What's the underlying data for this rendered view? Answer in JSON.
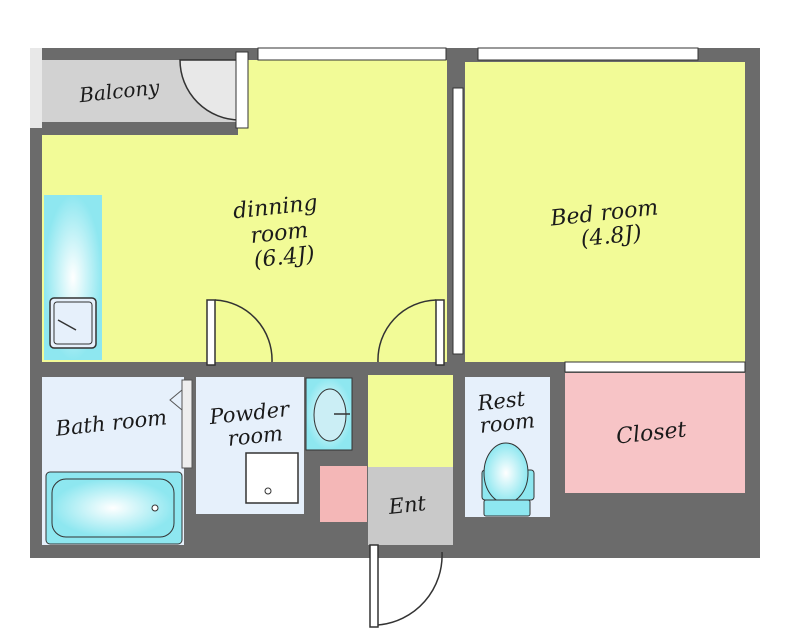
{
  "rooms": {
    "balcony": "Balcony",
    "dining_line1": "dinning",
    "dining_line2": "room",
    "dining_line3": "(6.4J)",
    "bedroom_line1": "Bed room",
    "bedroom_line2": "(4.8J)",
    "bath": "Bath room",
    "powder_line1": "Powder",
    "powder_line2": "room",
    "rest_line1": "Rest",
    "rest_line2": "room",
    "closet": "Closet",
    "entrance": "Ent"
  },
  "colors": {
    "wall": "#6b6b6b",
    "living": "#f2fb97",
    "closet": "#f7c4c6",
    "wet": "#e6f0fb",
    "fixture": "#8ee7f0",
    "balcony": "#d2d2d2",
    "entrance_floor": "#c9c9c9",
    "shoe_box": "#f4b7b7"
  }
}
